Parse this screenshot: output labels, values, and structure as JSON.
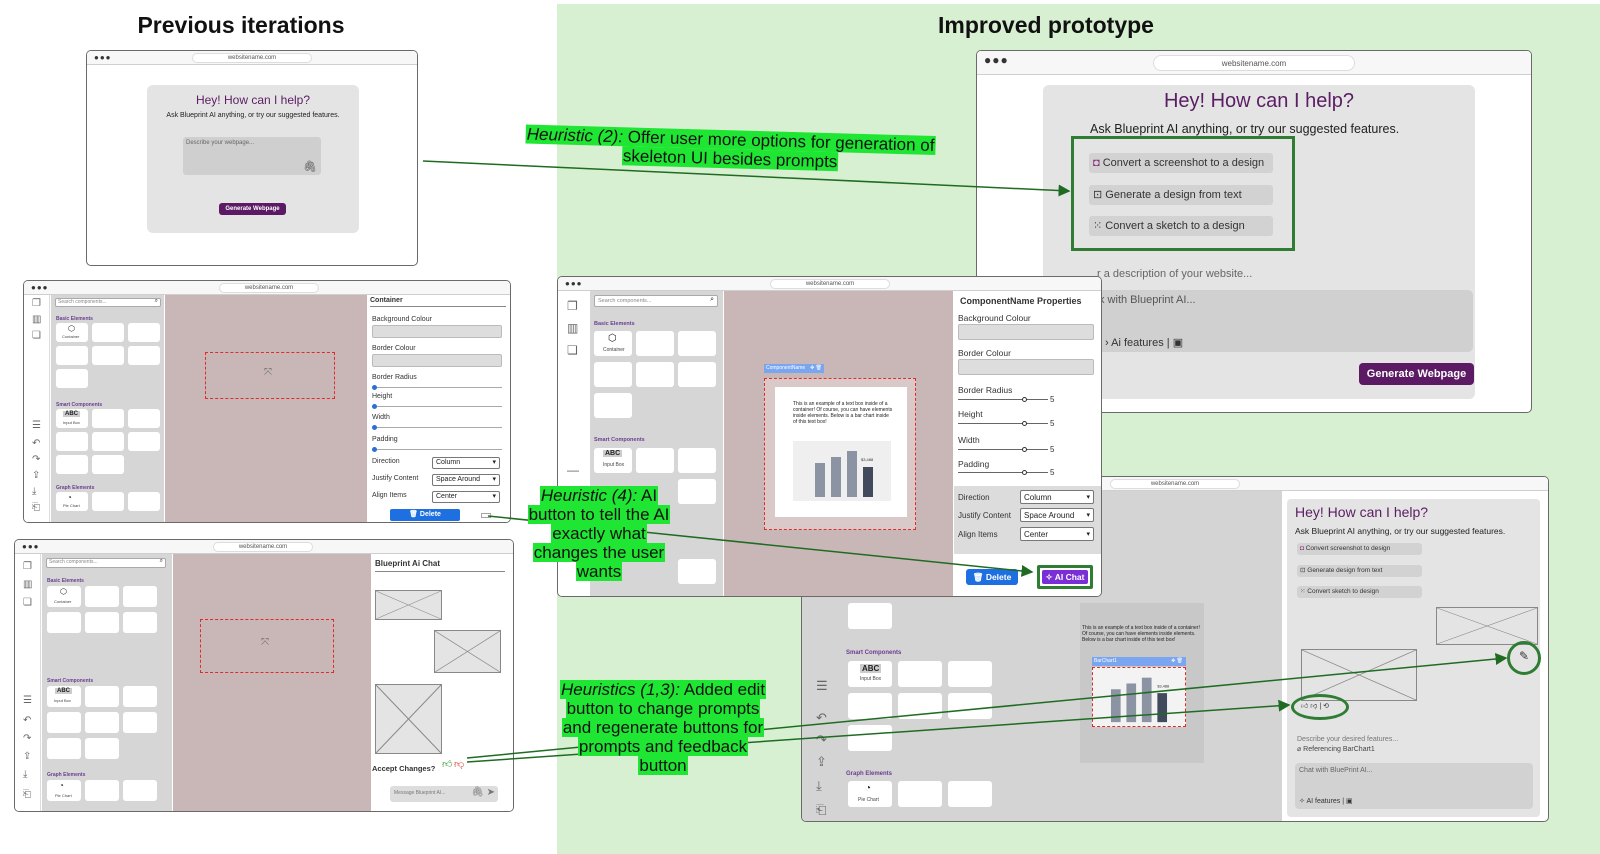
{
  "headings": {
    "left": "Previous iterations",
    "right": "Improved prototype"
  },
  "browser": {
    "url": "websitename.com"
  },
  "hey_card": {
    "title": "Hey! How can I help?",
    "subtitle": "Ask Blueprint AI anything, or try our suggested features.",
    "input_placeholder": "Describe your webpage...",
    "generate_button": "Generate Webpage"
  },
  "improved_hey": {
    "title": "Hey! How can I help?",
    "subtitle": "Ask Blueprint AI anything, or try our suggested features.",
    "features": [
      "Convert a screenshot to a design",
      "Generate a design from text",
      "Convert a sketch to a design"
    ],
    "description_placeholder": "r a description of your website...",
    "chat_placeholder": "k with Blueprint AI...",
    "ai_features": "Ai features",
    "generate_button": "Generate Webpage"
  },
  "editor": {
    "search_placeholder": "Search components...",
    "sections": {
      "basic": "Basic Elements",
      "smart": "Smart Components",
      "graph": "Graph Elements"
    },
    "tiles": {
      "container": "Container",
      "input_box": "Input Box",
      "abc": "ABC",
      "pie_chart": "Pie Chart"
    },
    "old_props": {
      "title": "Container",
      "background": "Background Colour",
      "border_colour": "Border Colour",
      "border_radius": "Border Radius",
      "height": "Height",
      "width": "Width",
      "padding": "Padding",
      "direction": "Direction",
      "direction_value": "Column",
      "justify": "Justify Content",
      "justify_value": "Space Around",
      "align": "Align Items",
      "align_value": "Center",
      "delete": "Delete"
    },
    "new_props": {
      "title": "ComponentName Properties",
      "background": "Background Colour",
      "border_colour": "Border Colour",
      "border_radius": "Border Radius",
      "height": "Height",
      "width": "Width",
      "padding": "Padding",
      "slider_value": "5",
      "direction": "Direction",
      "direction_value": "Column",
      "justify": "Justify Content",
      "justify_value": "Space Around",
      "align": "Align Items",
      "align_value": "Center",
      "delete": "Delete",
      "ai_chat": "AI Chat"
    },
    "component_tag": "ComponentName",
    "barchart_tag": "BarChart1",
    "textbox_text": "This is an example of a text box inside of a container! Of course, you can have elements inside elements. Below is a bar chart inside of this text box!",
    "bar_value": "$3,488"
  },
  "old_chat": {
    "title": "Blueprint Ai Chat",
    "accept": "Accept Changes?",
    "message_placeholder": "Message Blueprint AI..."
  },
  "new_chat": {
    "title": "Hey! How can I help?",
    "subtitle": "Ask Blueprint AI anything, or try our suggested features.",
    "features": [
      "Convert screenshot to design",
      "Generate design from text",
      "Convert sketch to design"
    ],
    "describe": "Describe your desired features...",
    "referencing": "Referencing BarChart1",
    "chat_placeholder": "Chat with BluePrint AI...",
    "ai_features": "AI features"
  },
  "annotations": {
    "h2_label": "Heuristic (2):",
    "h2_text": " Offer user more options for generation of skeleton UI besides prompts",
    "h4_label": "Heuristic (4):",
    "h4_text": " AI button to tell the AI exactly what changes the user wants",
    "h13_label": "Heuristics (1,3):",
    "h13_text": " Added edit button to change prompts and regenerate buttons for prompts and feedback button"
  },
  "colors": {
    "accent_purple": "#5b1a63",
    "highlight_green": "#1fe632",
    "annotation_green": "#2e7d32",
    "panel_green": "#d8f0d2",
    "delete_blue": "#1e6fe0",
    "ai_purple": "#7a2fd6"
  }
}
